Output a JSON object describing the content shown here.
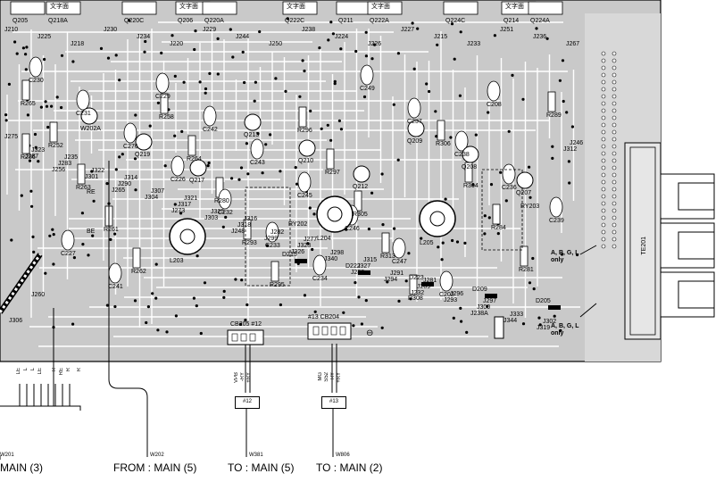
{
  "board": {
    "top_transistors": [
      "Q205",
      "Q218A",
      "Q220C",
      "Q206",
      "Q220A",
      "Q222C",
      "Q211",
      "Q222A",
      "Q224C",
      "Q214",
      "Q224A"
    ],
    "top_symbol": "文字面",
    "top_jumpers": [
      "J210",
      "J225",
      "J218",
      "J230",
      "J234",
      "J220",
      "J229",
      "J244",
      "J250",
      "J238",
      "J224",
      "J226",
      "J227",
      "J215",
      "J233",
      "J251",
      "J236",
      "J267"
    ],
    "jumpers": [
      "J275",
      "J235",
      "J314",
      "J321",
      "J316",
      "J277",
      "J315",
      "J281",
      "J297",
      "J302",
      "J323",
      "J322",
      "J307",
      "J325",
      "J282",
      "J298",
      "J291",
      "J296",
      "J333",
      "J246",
      "J283",
      "J290",
      "J317",
      "J318",
      "J328",
      "J327",
      "J289",
      "J300",
      "J319",
      "J287",
      "J301",
      "J304",
      "J303",
      "J299",
      "J340",
      "J294",
      "J293",
      "J344",
      "J312",
      "J256",
      "J265",
      "J273",
      "J248",
      "J326",
      "J288",
      "J232",
      "J238A"
    ],
    "resistors": [
      "R265",
      "R252",
      "R263",
      "R261",
      "R262",
      "R258",
      "R264",
      "R280",
      "R293",
      "R295",
      "R296",
      "R297",
      "R305",
      "R313",
      "R308",
      "R306",
      "R304",
      "R284",
      "R281",
      "R289",
      "R286"
    ],
    "capacitors": [
      "C230",
      "C231",
      "C276",
      "C226",
      "C232",
      "C233",
      "C234",
      "C249",
      "C237",
      "C238",
      "C236",
      "C239",
      "C227",
      "C241",
      "C229",
      "C242",
      "C243",
      "C245",
      "C246",
      "C247",
      "C202",
      "C208"
    ],
    "coils": [
      "L203",
      "L204",
      "L205"
    ],
    "relays": [
      "RY202",
      "RY203"
    ],
    "diodes": [
      "D215",
      "D222",
      "D223",
      "D209",
      "D205"
    ],
    "transistors_mid": [
      "W202A",
      "Q219",
      "Q217",
      "Q213",
      "Q210",
      "Q212",
      "Q209",
      "Q208",
      "Q207"
    ],
    "connectors": [
      {
        "ref": "CB205",
        "pin": "#12"
      },
      {
        "ref": "CB204",
        "pin": "#13"
      },
      {
        "ref": "J306",
        "pin": ""
      },
      {
        "ref": "J260",
        "pin": ""
      },
      {
        "ref": "TE201",
        "pin": ""
      }
    ],
    "notes": [
      {
        "text": "A, B, G, L\nonly"
      },
      {
        "text": "A, B, G, L\nonly"
      }
    ],
    "w202_pins": [
      "RE",
      "BE"
    ],
    "ground_symbol": "⊖"
  },
  "wires": [
    {
      "id": "W201",
      "signals": [
        "LE",
        "L",
        "L",
        "LE",
        "R",
        "RE",
        "R",
        "R"
      ],
      "to_label": "MAIN (3)"
    },
    {
      "id": "W202",
      "signals": [],
      "to_label": "FROM : MAIN (5)"
    },
    {
      "id": "W381",
      "tag": "#12",
      "signals": [
        "VPB",
        "-RY",
        "+RY"
      ],
      "to_label": "TO : MAIN (5)"
    },
    {
      "id": "W806",
      "tag": "#13",
      "signals": [
        "MG",
        "S52",
        "RY",
        "+RY"
      ],
      "to_label": "TO : MAIN (2)"
    }
  ]
}
